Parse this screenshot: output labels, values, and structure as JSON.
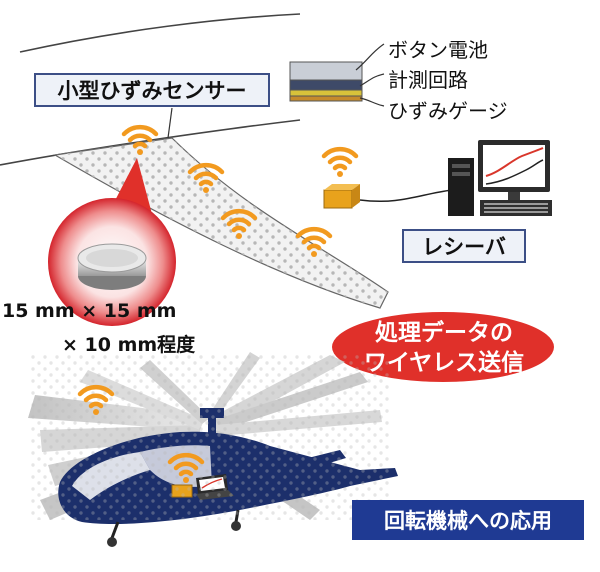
{
  "labels": {
    "sensor": "小型ひずみセンサー",
    "receiver": "レシーバ",
    "rotary": "回転機械への応用",
    "size_line1": "15 mm × 15 mm",
    "size_line2": "× 10 mm程度",
    "wireless_line1": "処理データの",
    "wireless_line2": "ワイヤレス送信"
  },
  "sensor_parts": [
    "ボタン電池",
    "計測回路",
    "ひずみゲージ"
  ],
  "icons": [
    "wifi-icon",
    "computer-icon",
    "receiver-icon",
    "sensor-chip-icon",
    "helicopter-icon"
  ],
  "colors": {
    "wifi": "#f29a1f",
    "receiver_box": "#e8a21c",
    "callout_red": "#e0302a",
    "label_border": "#3c4f86",
    "rotary_label_bg": "#1f3a93",
    "helicopter_body": "#1c2f6b",
    "plot_red": "#d9362b",
    "plot_black": "#222222"
  }
}
